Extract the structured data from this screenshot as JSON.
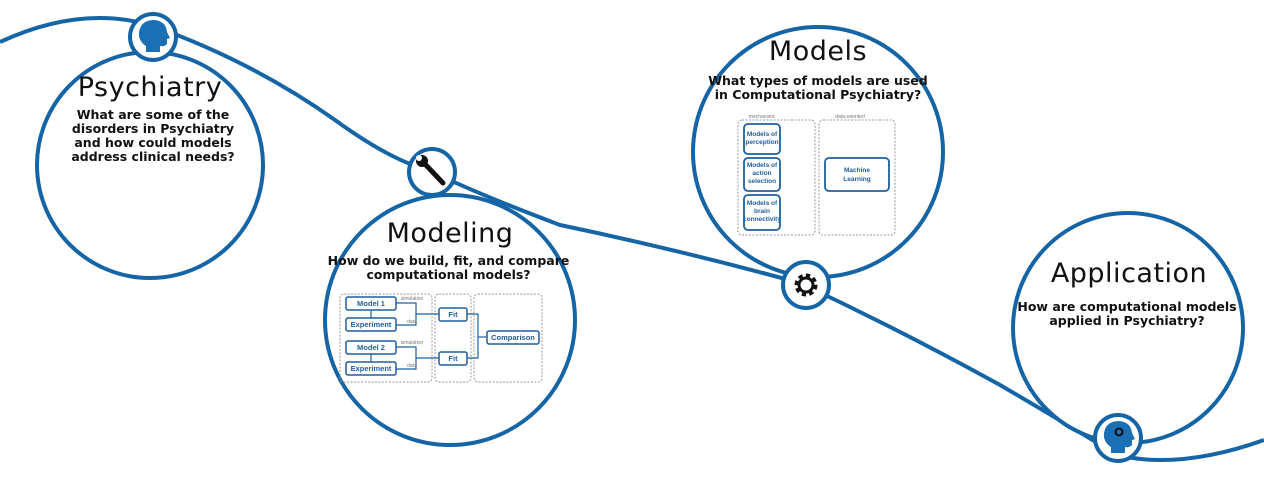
{
  "colors": {
    "line": "#1565a6",
    "box": "#1f5fa0",
    "text": "#111111"
  },
  "sections": {
    "psychiatry": {
      "title": "Psychiatry",
      "question": "What are some of the disorders in Psychiatry and how could models address clinical needs?",
      "icon": "head-icon"
    },
    "modeling": {
      "title": "Modeling",
      "question": "How do we build, fit, and compare computational models?",
      "icon": "wrench-icon",
      "diagram": {
        "model1": "Model 1",
        "model2": "Model 2",
        "experiment": "Experiment",
        "simulation": "simulation",
        "data": "data",
        "fit": "Fit",
        "comparison": "Comparison"
      }
    },
    "models": {
      "title": "Models",
      "question": "What types of models are used in Computational Psychiatry?",
      "icon": "gear-icon",
      "diagram": {
        "mechanistic_label": "mechanistic",
        "data_oriented_label": "data-oriented",
        "perception": "Models of perception",
        "action": "Models of action selection",
        "connectivity": "Models of brain connectivity",
        "ml": "Machine Learning"
      }
    },
    "application": {
      "title": "Application",
      "question": "How are computational models applied in Psychiatry?",
      "icon": "head-gear-icon"
    }
  }
}
